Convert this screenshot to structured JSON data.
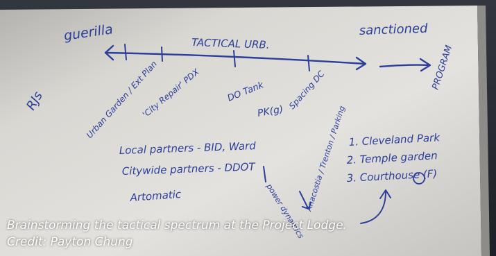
{
  "photo": {
    "whiteboard": {
      "top_left": "guerilla",
      "top_center": "TACTICAL URB.",
      "top_right": "sanctioned",
      "far_right": "PROGRAM",
      "far_left": "RJs",
      "spectrum_1": "Urban Garden / Ext Plan",
      "spectrum_2": "'City Repair' PDX",
      "spectrum_3": "DO Tank",
      "spectrum_4": "PK(g)",
      "spectrum_5": "Spacing DC",
      "partners_1": "Local partners - BID, Ward",
      "partners_2": "Citywide partners - DDOT",
      "partners_3": "Artomatic",
      "note_mid": "power dynamics",
      "note_bottom": "Anacostia / Trenton / Parking",
      "list_1": "1. Cleveland Park",
      "list_2": "2. Temple garden",
      "list_3": "3. Courthouse (F)"
    }
  },
  "caption": {
    "line1": "Brainstorming the tactical spectrum at the Project Lodge.",
    "line2": "Credit: Payton Chung"
  },
  "colors": {
    "marker": "#2b3f9a",
    "board": "#eceae6",
    "background": "#2a2d36"
  }
}
